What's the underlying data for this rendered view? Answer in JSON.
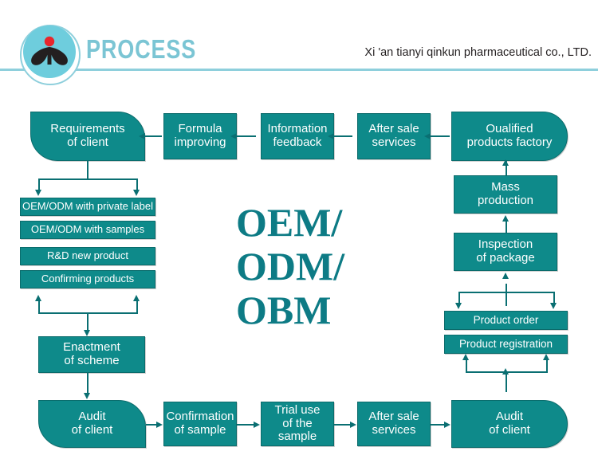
{
  "header": {
    "title": "PROCESS",
    "company": "Xi 'an tianyi qinkun pharmaceutical co., LTD.",
    "logo_icon": "lotus-figure-logo-icon",
    "title_color": "#7bc5d4",
    "rule_color": "#8ecfdc",
    "logo_disc_color": "#6ecddd",
    "logo_dot_color": "#e8262c"
  },
  "theme": {
    "box_fill": "#0e8a8a",
    "box_border": "#0a6b6b",
    "box_text": "#ffffff",
    "connector": "#0a6f72",
    "headline_color": "#0d7b85",
    "page_background": "#ffffff"
  },
  "headline": {
    "line1": "OEM/",
    "line2": "ODM/",
    "line3": "OBM"
  },
  "top_row": [
    {
      "id": "requirements-of-client",
      "line1": "Requirements",
      "line2": "of client",
      "shape": "terminator"
    },
    {
      "id": "formula-improving",
      "line1": "Formula",
      "line2": "improving",
      "shape": "rect"
    },
    {
      "id": "information-feedback",
      "line1": "Information",
      "line2": "feedback",
      "shape": "rect"
    },
    {
      "id": "after-sale-services-top",
      "line1": "After sale",
      "line2": "services",
      "shape": "rect"
    },
    {
      "id": "qualified-products-factory",
      "line1": "Oualified",
      "line2": "products factory",
      "shape": "terminator"
    }
  ],
  "left_stack": [
    {
      "id": "oem-odm-private-label",
      "label": "OEM/ODM with private label"
    },
    {
      "id": "oem-odm-with-samples",
      "label": "OEM/ODM with samples"
    },
    {
      "id": "rd-new-product",
      "label": "R&D new product"
    },
    {
      "id": "confirming-products",
      "label": "Confirming products"
    }
  ],
  "left_lower": {
    "id": "enactment-of-scheme",
    "line1": "Enactment",
    "line2": "of scheme"
  },
  "right_column": [
    {
      "id": "mass-production",
      "line1": "Mass",
      "line2": "production"
    },
    {
      "id": "inspection-of-package",
      "line1": "Inspection",
      "line2": "of package"
    }
  ],
  "right_stack": [
    {
      "id": "product-order",
      "label": "Product order"
    },
    {
      "id": "product-registration",
      "label": "Product registration"
    }
  ],
  "bottom_row": [
    {
      "id": "audit-of-client-left",
      "line1": "Audit",
      "line2": "of client",
      "shape": "terminator"
    },
    {
      "id": "confirmation-of-sample",
      "line1": "Confirmation",
      "line2": "of sample",
      "shape": "rect"
    },
    {
      "id": "trial-use-of-the-sample",
      "line1": "Trial use",
      "line2": "of the sample",
      "shape": "rect"
    },
    {
      "id": "after-sale-services-bottom",
      "line1": "After sale",
      "line2": "services",
      "shape": "rect"
    },
    {
      "id": "audit-of-client-right",
      "line1": "Audit",
      "line2": "of client",
      "shape": "terminator"
    }
  ]
}
